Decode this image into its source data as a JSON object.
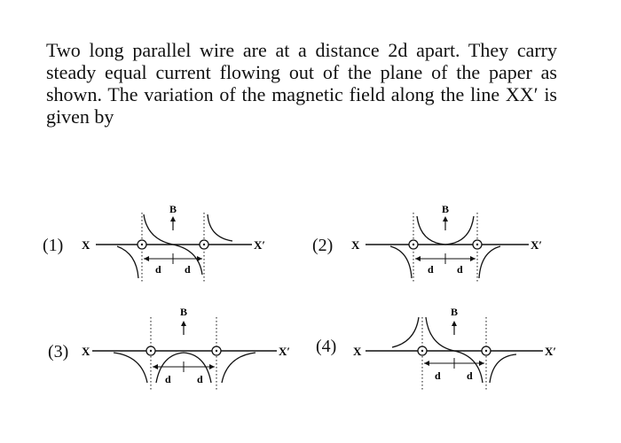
{
  "question": {
    "text": "Two long parallel wire are at a distance 2d apart. They carry steady equal current flowing out of the plane of the paper as shown. The variation of the magnetic field along the line XX′ is given by"
  },
  "options": [
    {
      "label": "(1)",
      "x_left": "X",
      "x_right": "X′",
      "field": "B",
      "d1": "d",
      "d2": "d"
    },
    {
      "label": "(2)",
      "x_left": "X",
      "x_right": "X′",
      "field": "B",
      "d1": "d",
      "d2": "d"
    },
    {
      "label": "(3)",
      "x_left": "X",
      "x_right": "X′",
      "field": "B",
      "d1": "d",
      "d2": "d"
    },
    {
      "label": "(4)",
      "x_left": "X",
      "x_right": "X′",
      "field": "B",
      "d1": "d",
      "d2": "d"
    }
  ]
}
